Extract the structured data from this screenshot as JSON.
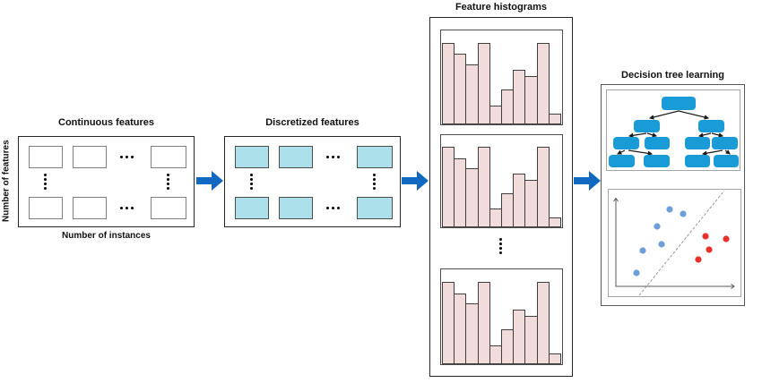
{
  "panels": {
    "continuous_matrix": {
      "title": "Continuous features",
      "y_axis_label": "Number of features",
      "x_axis_label": "Number of instances"
    },
    "discretized_matrix": {
      "title": "Discretized features"
    },
    "feature_histograms": {
      "title": "Feature histograms",
      "histograms_visible": 3,
      "bar_values": [
        0.87,
        0.75,
        0.64,
        0.87,
        0.2,
        0.37,
        0.58,
        0.51,
        0.87,
        0.11
      ]
    },
    "decision_tree": {
      "title": "Decision tree learning",
      "tree_nodes_per_level": [
        1,
        2,
        4,
        4
      ],
      "scatter": {
        "blue_points": [
          [
            68,
            22
          ],
          [
            83,
            27
          ],
          [
            54,
            41
          ],
          [
            59,
            61
          ],
          [
            38,
            68
          ],
          [
            31,
            93
          ]
        ],
        "red_points": [
          [
            108,
            52
          ],
          [
            131,
            55
          ],
          [
            112,
            67
          ],
          [
            100,
            78
          ]
        ]
      }
    }
  },
  "colors": {
    "flow_arrow": "#1168C1",
    "discretized_cell_fill": "#ACE0EB",
    "histogram_bar_fill": "#F2DCDB",
    "tree_node_fill": "#199BD8",
    "scatter_blue": "#6D9FD8",
    "scatter_red": "#E8312D"
  },
  "chart_data": [
    {
      "type": "bar",
      "title": "Feature histograms",
      "values": [
        0.87,
        0.75,
        0.64,
        0.87,
        0.2,
        0.37,
        0.58,
        0.51,
        0.87,
        0.11
      ],
      "ylim": [
        0,
        1
      ],
      "repeated_panels": 3,
      "grid": false,
      "legend": false
    },
    {
      "type": "scatter",
      "title": "Decision tree learning (class separation)",
      "series": [
        {
          "name": "blue-class",
          "color": "#6D9FD8",
          "points": [
            [
              0.45,
              0.88
            ],
            [
              0.57,
              0.83
            ],
            [
              0.35,
              0.68
            ],
            [
              0.39,
              0.48
            ],
            [
              0.23,
              0.41
            ],
            [
              0.17,
              0.15
            ]
          ]
        },
        {
          "name": "red-class",
          "color": "#E8312D",
          "points": [
            [
              0.76,
              0.57
            ],
            [
              0.93,
              0.54
            ],
            [
              0.79,
              0.42
            ],
            [
              0.7,
              0.31
            ]
          ]
        }
      ],
      "xlim": [
        0,
        1
      ],
      "ylim": [
        0,
        1
      ],
      "grid": false,
      "legend": false,
      "annotations": [
        "dashed diagonal separator line"
      ]
    }
  ]
}
